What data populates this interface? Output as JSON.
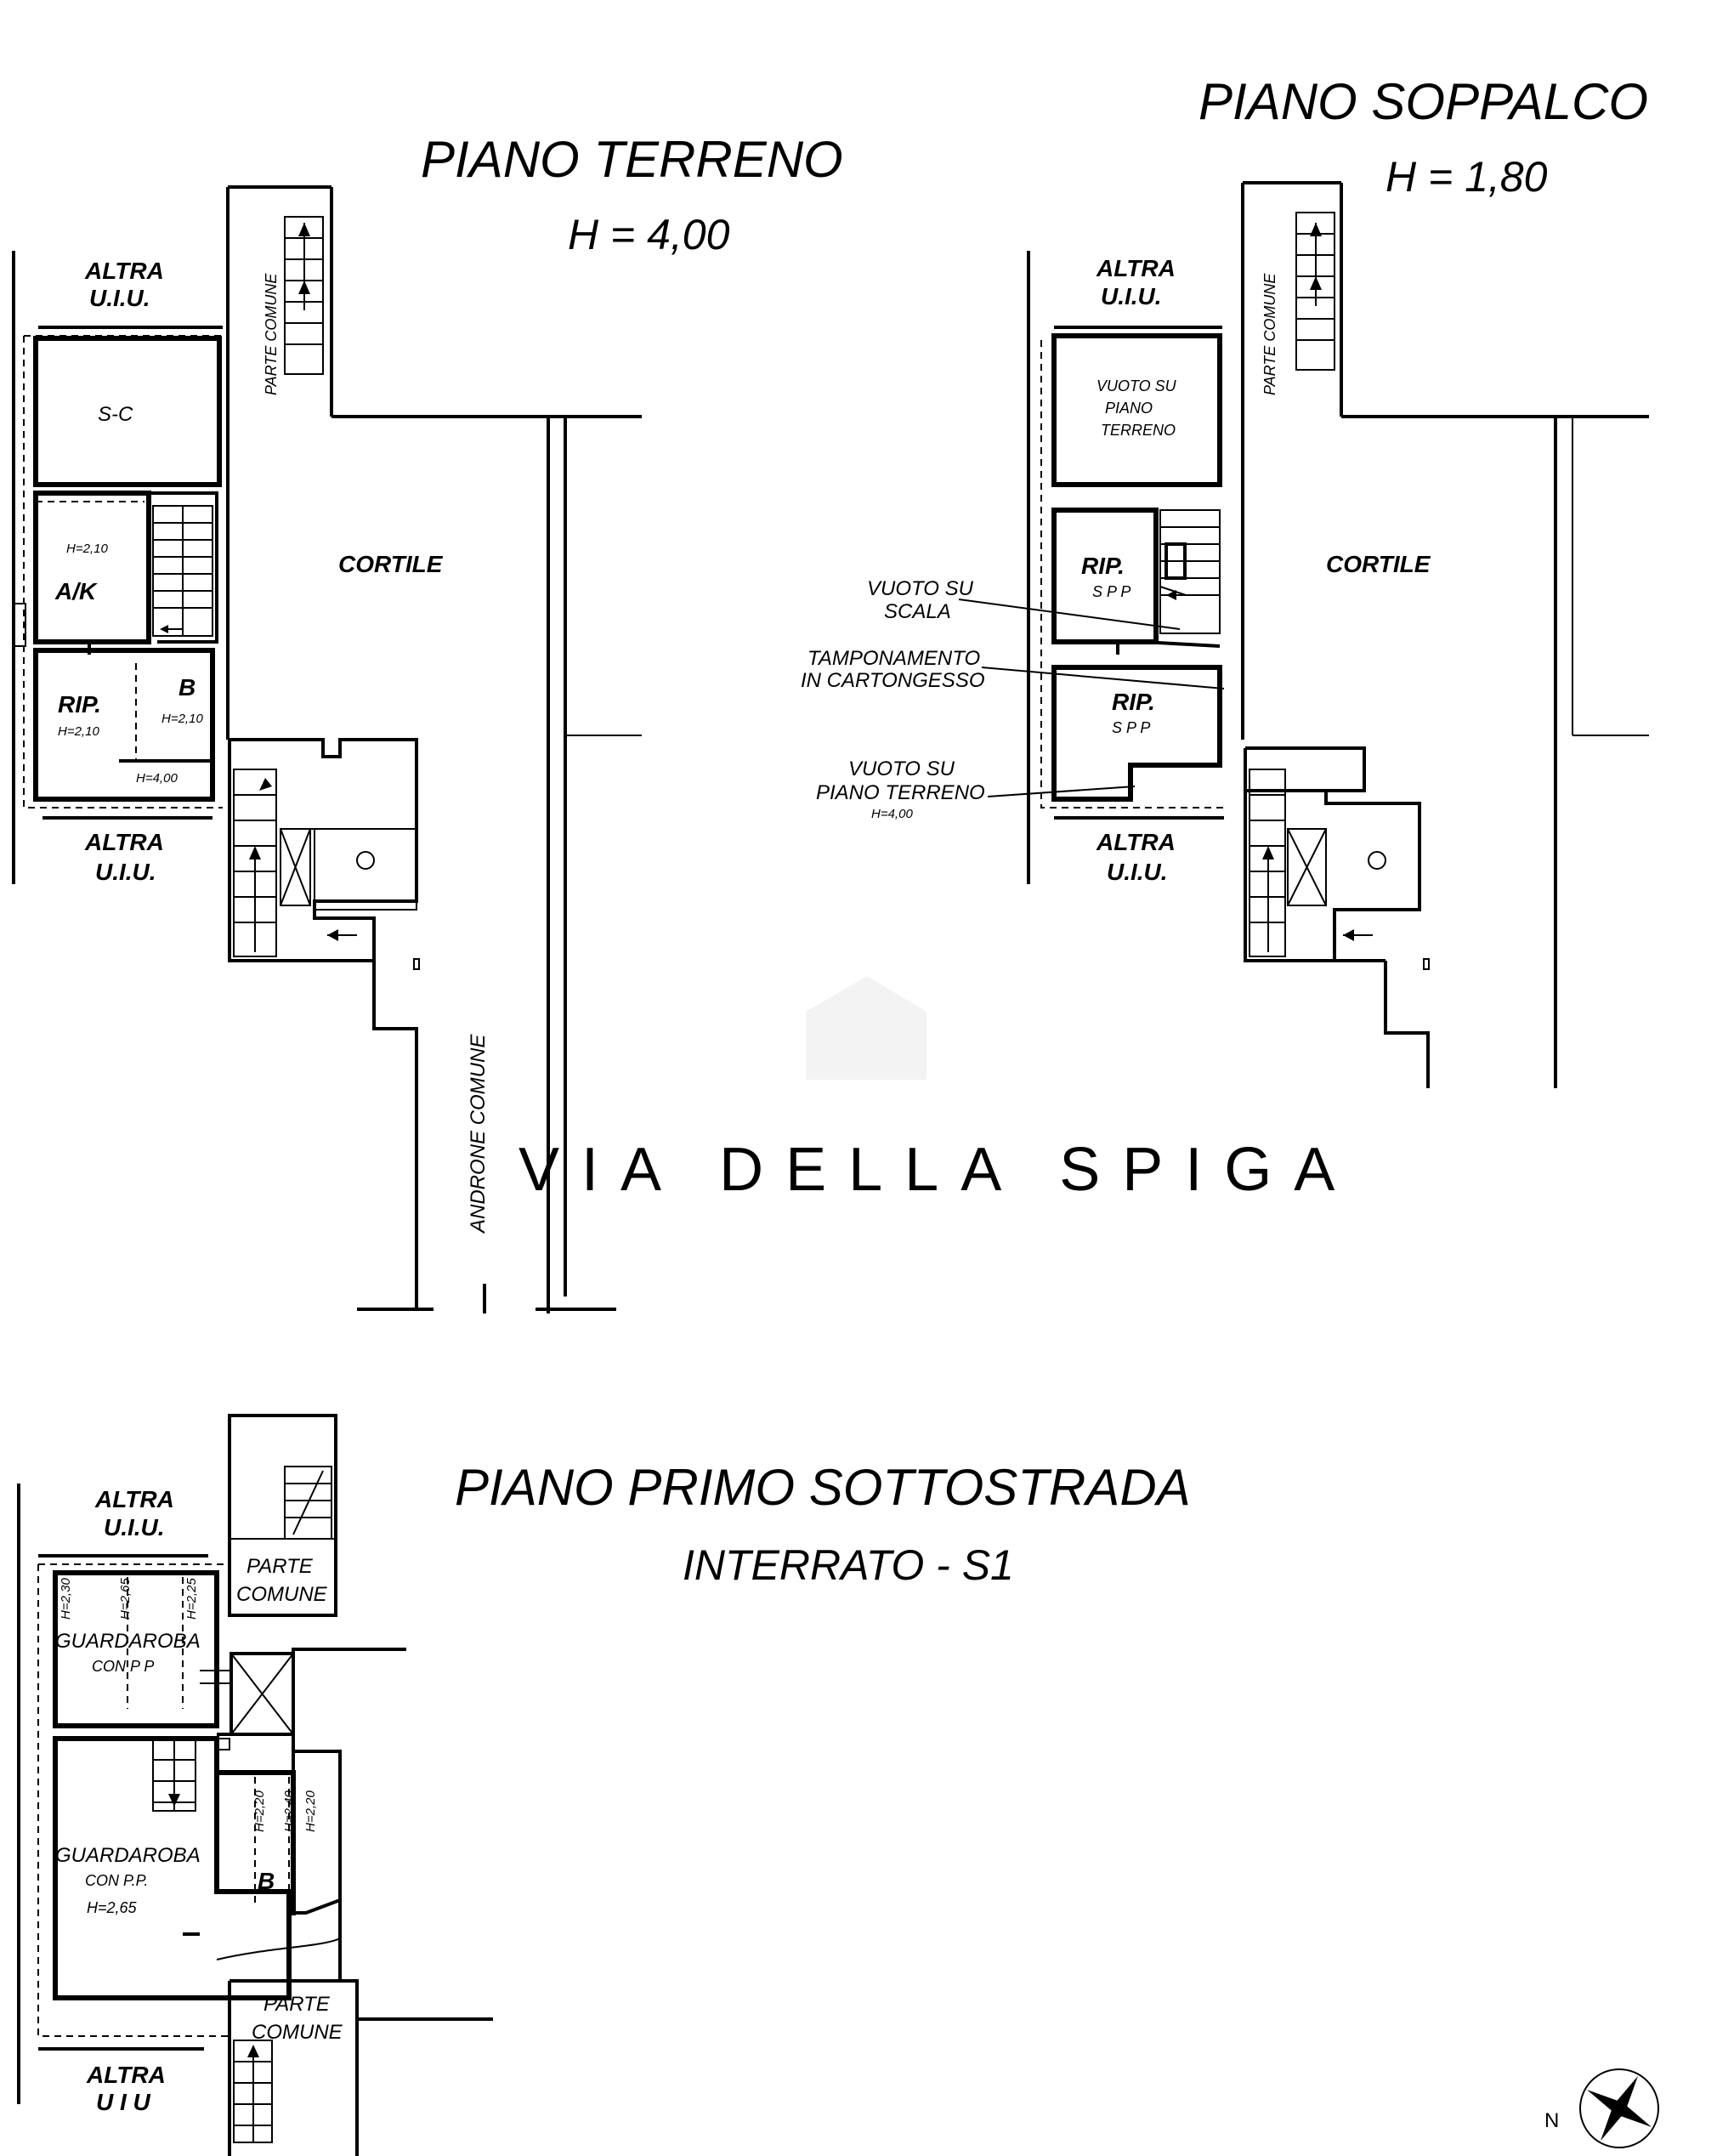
{
  "titles": {
    "terreno": "PIANO TERRENO",
    "terreno_h": "H = 4,00",
    "soppalco": "PIANO SOPPALCO",
    "soppalco_h": "H = 1,80",
    "sottostrada": "PIANO PRIMO SOTTOSTRADA",
    "sottostrada_sub": "INTERRATO - S1"
  },
  "terreno": {
    "altra_top_1": "ALTRA",
    "altra_top_2": "U.I.U.",
    "altra_bot_1": "ALTRA",
    "altra_bot_2": "U.I.U.",
    "parte_comune": "PARTE COMUNE",
    "sc": "S-C",
    "ak": "A/K",
    "ak_h": "H=2,10",
    "rip": "RIP.",
    "rip_h": "H=2,10",
    "b": "B",
    "b_h": "H=2,10",
    "h400": "H=4,00",
    "cortile": "CORTILE",
    "androne": "ANDRONE COMUNE"
  },
  "soppalco": {
    "altra_top_1": "ALTRA",
    "altra_top_2": "U.I.U.",
    "altra_bot_1": "ALTRA",
    "altra_bot_2": "U.I.U.",
    "parte_comune": "PARTE COMUNE",
    "vuoto_terreno_1": "VUOTO SU",
    "vuoto_terreno_2": "PIANO",
    "vuoto_terreno_3": "TERRENO",
    "rip1": "RIP.",
    "rip1_s": "S P P",
    "rip2": "RIP.",
    "rip2_s": "S P P",
    "cortile": "CORTILE",
    "vuoto_scala_1": "VUOTO SU",
    "vuoto_scala_2": "SCALA",
    "tamp_1": "TAMPONAMENTO",
    "tamp_2": "IN CARTONGESSO",
    "vuoto_pt_1": "VUOTO SU",
    "vuoto_pt_2": "PIANO TERRENO",
    "vuoto_pt_3": "H=4,00"
  },
  "sottostrada": {
    "altra_top_1": "ALTRA",
    "altra_top_2": "U.I.U.",
    "altra_bot_1": "ALTRA",
    "altra_bot_2": "U I U",
    "parte_top_1": "PARTE",
    "parte_top_2": "COMUNE",
    "parte_bot_1": "PARTE",
    "parte_bot_2": "COMUNE",
    "guard1": "GUARDAROBA",
    "guard1_s": "CON P P",
    "guard2": "GUARDAROBA",
    "guard2_s": "CON P.P.",
    "guard2_h": "H=2,65",
    "h230": "H=2,30",
    "h265": "H=2,65",
    "h225": "H=2,25",
    "h220a": "H=2,20",
    "h240": "H=2,40",
    "h220b": "H=2,20",
    "b": "B"
  },
  "compass_n": "N",
  "watermark": "VIA DELLA SPIGA"
}
